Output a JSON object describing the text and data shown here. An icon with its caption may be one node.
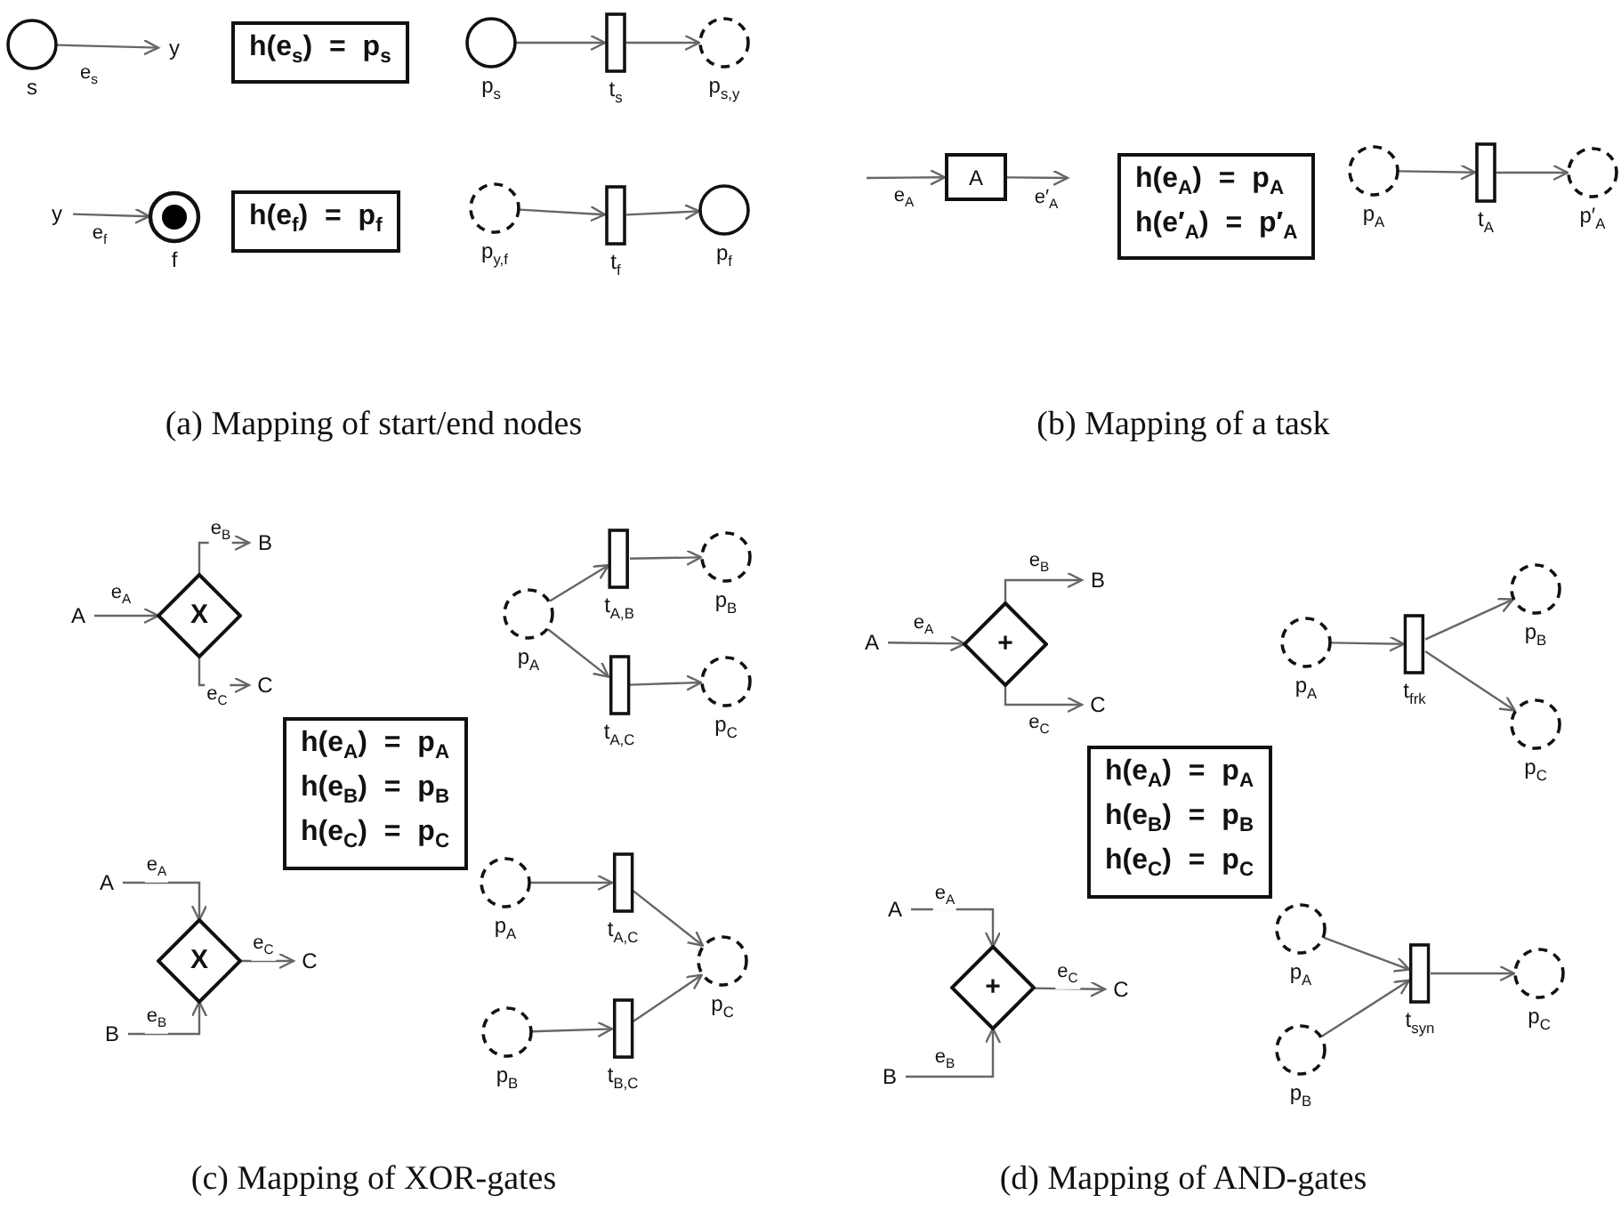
{
  "diagram": {
    "nodes": [
      {
        "text": [
          "s"
        ]
      },
      {
        "text": [
          "y"
        ]
      },
      {
        "text": [
          "h(e$_{s}$) = p$_{s}$"
        ]
      },
      {
        "text": [
          "p$_{s}$"
        ]
      },
      {
        "text": [
          "t$_{s}$"
        ]
      },
      {
        "text": [
          "p$_{s,y}$"
        ]
      },
      {
        "text": [
          "y"
        ]
      },
      {
        "text": [
          "f"
        ]
      },
      {
        "text": [
          "h(e$_{f}$) = p$_{f}$"
        ]
      },
      {
        "text": [
          "p$_{y,f}$"
        ]
      },
      {
        "text": [
          "t$_{f}$"
        ]
      },
      {
        "text": [
          "p$_{f}$"
        ]
      },
      {
        "text": [
          "A"
        ]
      },
      {
        "text": [
          "h(e$_{A}$) = p$_{A}$",
          "h(e′$_{A}$) = p′$_{A}$"
        ]
      },
      {
        "text": [
          "p$_{A}$"
        ]
      },
      {
        "text": [
          "t$_{A}$"
        ]
      },
      {
        "text": [
          "p′$_{A}$"
        ]
      },
      {
        "text": [
          "A"
        ]
      },
      {
        "text": [
          "X"
        ]
      },
      {
        "text": [
          "B"
        ]
      },
      {
        "text": [
          "C"
        ]
      },
      {
        "text": [
          "p$_{A}$"
        ]
      },
      {
        "text": [
          "t$_{A,B}$"
        ]
      },
      {
        "text": [
          "p$_{B}$"
        ]
      },
      {
        "text": [
          "t$_{A,C}$"
        ]
      },
      {
        "text": [
          "p$_{C}$"
        ]
      },
      {
        "text": [
          "h(e$_{A}$) = p$_{A}$",
          "h(e$_{B}$) = p$_{B}$",
          "h(e$_{C}$) = p$_{C}$"
        ]
      },
      {
        "text": [
          "A"
        ]
      },
      {
        "text": [
          "X"
        ]
      },
      {
        "text": [
          "B"
        ]
      },
      {
        "text": [
          "C"
        ]
      },
      {
        "text": [
          "p$_{A}$"
        ]
      },
      {
        "text": [
          "t$_{A,C}$"
        ]
      },
      {
        "text": [
          "p$_{C}$"
        ]
      },
      {
        "text": [
          "p$_{B}$"
        ]
      },
      {
        "text": [
          "t$_{B,C}$"
        ]
      },
      {
        "text": [
          "A"
        ]
      },
      {
        "text": [
          "+"
        ]
      },
      {
        "text": [
          "B"
        ]
      },
      {
        "text": [
          "C"
        ]
      },
      {
        "text": [
          "p$_{A}$"
        ]
      },
      {
        "text": [
          "t$_{frk}$"
        ]
      },
      {
        "text": [
          "p$_{B}$"
        ]
      },
      {
        "text": [
          "p$_{C}$"
        ]
      },
      {
        "text": [
          "h(e$_{A}$) = p$_{A}$",
          "h(e$_{B}$) = p$_{B}$",
          "h(e$_{C}$) = p$_{C}$"
        ]
      },
      {
        "text": [
          "A"
        ]
      },
      {
        "text": [
          "+"
        ]
      },
      {
        "text": [
          "B"
        ]
      },
      {
        "text": [
          "C"
        ]
      },
      {
        "text": [
          "p$_{A}$"
        ]
      },
      {
        "text": [
          "p$_{B}$"
        ]
      },
      {
        "text": [
          "t$_{syn}$"
        ]
      },
      {
        "text": [
          "p$_{C}$"
        ]
      }
    ],
    "edges": [
      {
        "from": 0,
        "to": 1,
        "arrow": "to",
        "label": "e$_{s}$"
      },
      {
        "from": 3,
        "to": 4,
        "arrow": "to"
      },
      {
        "from": 4,
        "to": 5,
        "arrow": "to"
      },
      {
        "from": 6,
        "to": 7,
        "arrow": "to",
        "label": "e$_{f}$"
      },
      {
        "from": 9,
        "to": 10,
        "arrow": "to"
      },
      {
        "from": 10,
        "to": 11,
        "arrow": "to"
      },
      {
        "from": null,
        "to": 12,
        "arrow": "to",
        "label": "e$_{A}$"
      },
      {
        "from": 12,
        "to": null,
        "arrow": "to",
        "label": "e′$_{A}$"
      },
      {
        "from": 14,
        "to": 15,
        "arrow": "to"
      },
      {
        "from": 15,
        "to": 16,
        "arrow": "to"
      },
      {
        "from": 17,
        "to": 18,
        "arrow": "to",
        "label": "e$_{A}$"
      },
      {
        "from": 18,
        "to": 19,
        "arrow": "to",
        "label": "e$_{B}$"
      },
      {
        "from": 18,
        "to": 20,
        "arrow": "to",
        "label": "e$_{C}$"
      },
      {
        "from": 21,
        "to": 22,
        "arrow": "to"
      },
      {
        "from": 22,
        "to": 23,
        "arrow": "to"
      },
      {
        "from": 21,
        "to": 24,
        "arrow": "to"
      },
      {
        "from": 24,
        "to": 25,
        "arrow": "to"
      },
      {
        "from": 27,
        "to": 28,
        "arrow": "to",
        "label": "e$_{A}$"
      },
      {
        "from": 29,
        "to": 28,
        "arrow": "to",
        "label": "e$_{B}$"
      },
      {
        "from": 28,
        "to": 30,
        "arrow": "to",
        "label": "e$_{C}$"
      },
      {
        "from": 31,
        "to": 32,
        "arrow": "to"
      },
      {
        "from": 32,
        "to": 33,
        "arrow": "to"
      },
      {
        "from": 34,
        "to": 35,
        "arrow": "to"
      },
      {
        "from": 35,
        "to": 33,
        "arrow": "to"
      },
      {
        "from": 36,
        "to": 37,
        "arrow": "to",
        "label": "e$_{A}$"
      },
      {
        "from": 37,
        "to": 38,
        "arrow": "to",
        "label": "e$_{B}$"
      },
      {
        "from": 37,
        "to": 39,
        "arrow": "to",
        "label": "e$_{C}$"
      },
      {
        "from": 40,
        "to": 41,
        "arrow": "to"
      },
      {
        "from": 41,
        "to": 42,
        "arrow": "to"
      },
      {
        "from": 41,
        "to": 43,
        "arrow": "to"
      },
      {
        "from": 45,
        "to": 46,
        "arrow": "to",
        "label": "e$_{A}$"
      },
      {
        "from": 47,
        "to": 46,
        "arrow": "to",
        "label": "e$_{B}$"
      },
      {
        "from": 46,
        "to": 48,
        "arrow": "to",
        "label": "e$_{C}$"
      },
      {
        "from": 49,
        "to": 51,
        "arrow": "to"
      },
      {
        "from": 50,
        "to": 51,
        "arrow": "to"
      },
      {
        "from": 51,
        "to": 52,
        "arrow": "to"
      }
    ],
    "labels": [
      "(a) Mapping of start/end nodes",
      "(b) Mapping of a task",
      "(c) Mapping of XOR-gates",
      "(d) Mapping of AND-gates"
    ]
  }
}
